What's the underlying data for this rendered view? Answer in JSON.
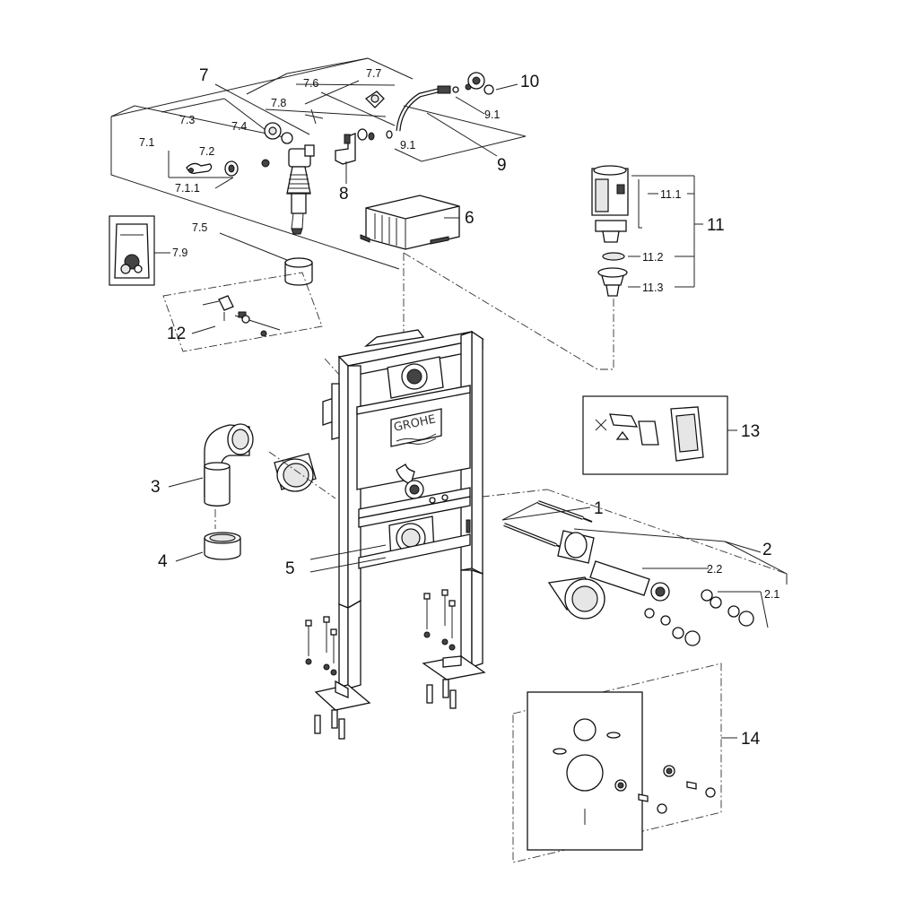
{
  "brand": "GROHE",
  "labels": {
    "l1": "1",
    "l2": "2",
    "l2_1": "2.1",
    "l2_2": "2.2",
    "l3": "3",
    "l4": "4",
    "l5": "5",
    "l6": "6",
    "l7": "7",
    "l7_1": "7.1",
    "l7_1_1": "7.1.1",
    "l7_2": "7.2",
    "l7_3": "7.3",
    "l7_4": "7.4",
    "l7_5": "7.5",
    "l7_6": "7.6",
    "l7_7": "7.7",
    "l7_8": "7.8",
    "l7_9": "7.9",
    "l8": "8",
    "l9": "9",
    "l9_1a": "9.1",
    "l9_1b": "9.1",
    "l10": "10",
    "l11": "11",
    "l11_1": "11.1",
    "l11_2": "11.2",
    "l11_3": "11.3",
    "l12": "12",
    "l13": "13",
    "l14": "14"
  }
}
